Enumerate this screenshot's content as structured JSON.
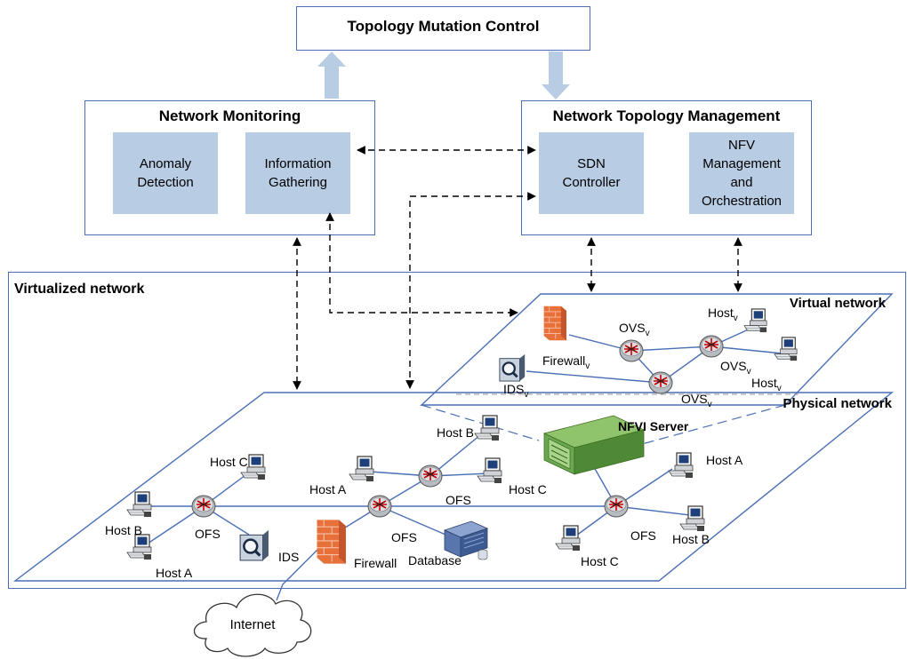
{
  "top": {
    "title": "Topology Mutation Control"
  },
  "monitoring": {
    "title": "Network Monitoring",
    "anomaly": [
      "Anomaly",
      "Detection"
    ],
    "info": [
      "Information",
      "Gathering"
    ]
  },
  "management": {
    "title": "Network Topology Management",
    "sdn": [
      "SDN",
      "Controller"
    ],
    "nfv": [
      "NFV",
      "Management",
      "and",
      "Orchestration"
    ]
  },
  "virtualized": {
    "title": "Virtualized network"
  },
  "virtual": {
    "title": "Virtual network",
    "firewall": "Firewall",
    "ids": "IDS",
    "ovs1": "OVS",
    "ovs2": "OVS",
    "ovs3": "OVS",
    "host1": "Host",
    "host2": "Host",
    "sub": "v"
  },
  "physical": {
    "title": "Physical network",
    "nfvi": "NFVI Server",
    "host_b_top": "Host B",
    "host_a_mid": "Host A",
    "host_c_mid": "Host C",
    "ofs_mid": "OFS",
    "host_c_left": "Host C",
    "host_b_left": "Host B",
    "ofs_left": "OFS",
    "host_a_left": "Host A",
    "ids": "IDS",
    "firewall": "Firewall",
    "ofs_center": "OFS",
    "database": "Database",
    "host_a_right": "Host A",
    "ofs_right": "OFS",
    "host_b_right": "Host B",
    "host_c_right": "Host C",
    "internet": "Internet"
  },
  "colors": {
    "border": "#4a6fb5",
    "inner_fill": "#b8cce4",
    "arrow_fill": "#b8cce4",
    "firewall": "#e8703a",
    "server": "#6aa84f",
    "switch": "#b7bcc3"
  }
}
